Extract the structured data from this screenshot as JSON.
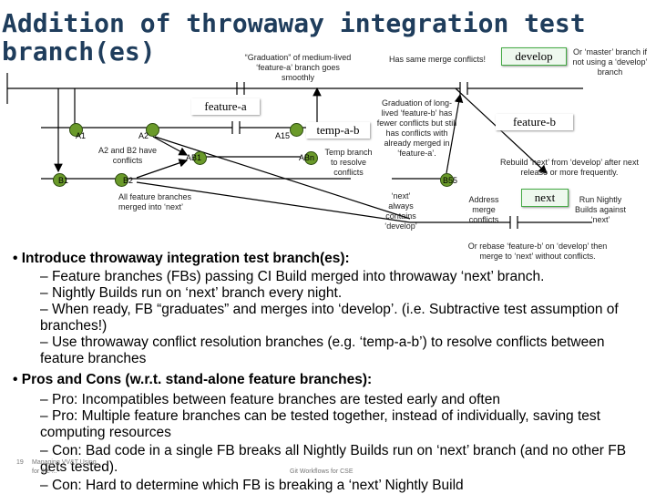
{
  "title": {
    "line1": "Addition of throwaway integration test",
    "line2": "branch(es)"
  },
  "labels": {
    "graduation_a": "“Graduation” of medium-lived ‘feature-a’ branch goes smoothly",
    "merge_conflicts": "Has same merge conflicts!",
    "develop": "develop",
    "master_note": "Or ‘master’ branch if not using a ‘develop’ branch",
    "feature_a": "feature-a",
    "temp_a_b": "temp-a-b",
    "graduation_b": "Graduation of long-lived ‘feature-b’ has fewer conflicts but still has conflicts with already merged in ‘feature-a’.",
    "feature_b": "feature-b",
    "a2b2_conflicts": "A2 and B2 have conflicts",
    "temp_branch_note": "Temp branch to resolve conflicts",
    "rebuild_note": "Rebuild ‘next’ from ‘develop’ after next release or more frequently.",
    "all_merged": "All feature branches merged into ‘next’",
    "next_contains": "‘next’ always contains ‘develop’",
    "address_conflicts": "Address merge conflicts",
    "next": "next",
    "nightly": "Run Nightly Builds against ‘next’",
    "rebase_note": "Or rebase ‘feature-b’ on ‘develop’ then merge to ‘next’ without conflicts."
  },
  "nodes": {
    "a1": "A1",
    "a2": "A2",
    "a15": "A15",
    "b1": "B1",
    "b2": "B2",
    "ab1": "AB1",
    "abn": "ABn",
    "b55": "B55"
  },
  "bullets": {
    "main1": "Introduce throwaway integration test branch(es):",
    "s1": "Feature branches (FBs) passing CI Build merged into throwaway ‘next’ branch.",
    "s2": "Nightly Builds run on ‘next’ branch every night.",
    "s3": "When ready, FB “graduates” and merges into ‘develop’. (i.e. Subtractive test assumption of branches!)",
    "s4": "Use throwaway conflict resolution branches (e.g. ‘temp-a-b’) to resolve conflicts between feature branches",
    "main2": "Pros and Cons (w.r.t. stand-alone feature branches):",
    "p1": "Pro: Incompatibles between feature branches are tested early and often",
    "p2": "Pro: Multiple feature branches can be tested together, instead of individually, saving test computing resources",
    "p3": "Con: Bad code in a single FB breaks all Nightly Builds run on ‘next’ branch (and no other FB gets tested).",
    "p4": "Con: Hard to determine which FB is breaking a ‘next’ Nightly Build"
  },
  "footer": {
    "page": "19",
    "left": "Managing VV&T Using",
    "left2": "for the ...",
    "center": "Git Workflows for CSE"
  }
}
